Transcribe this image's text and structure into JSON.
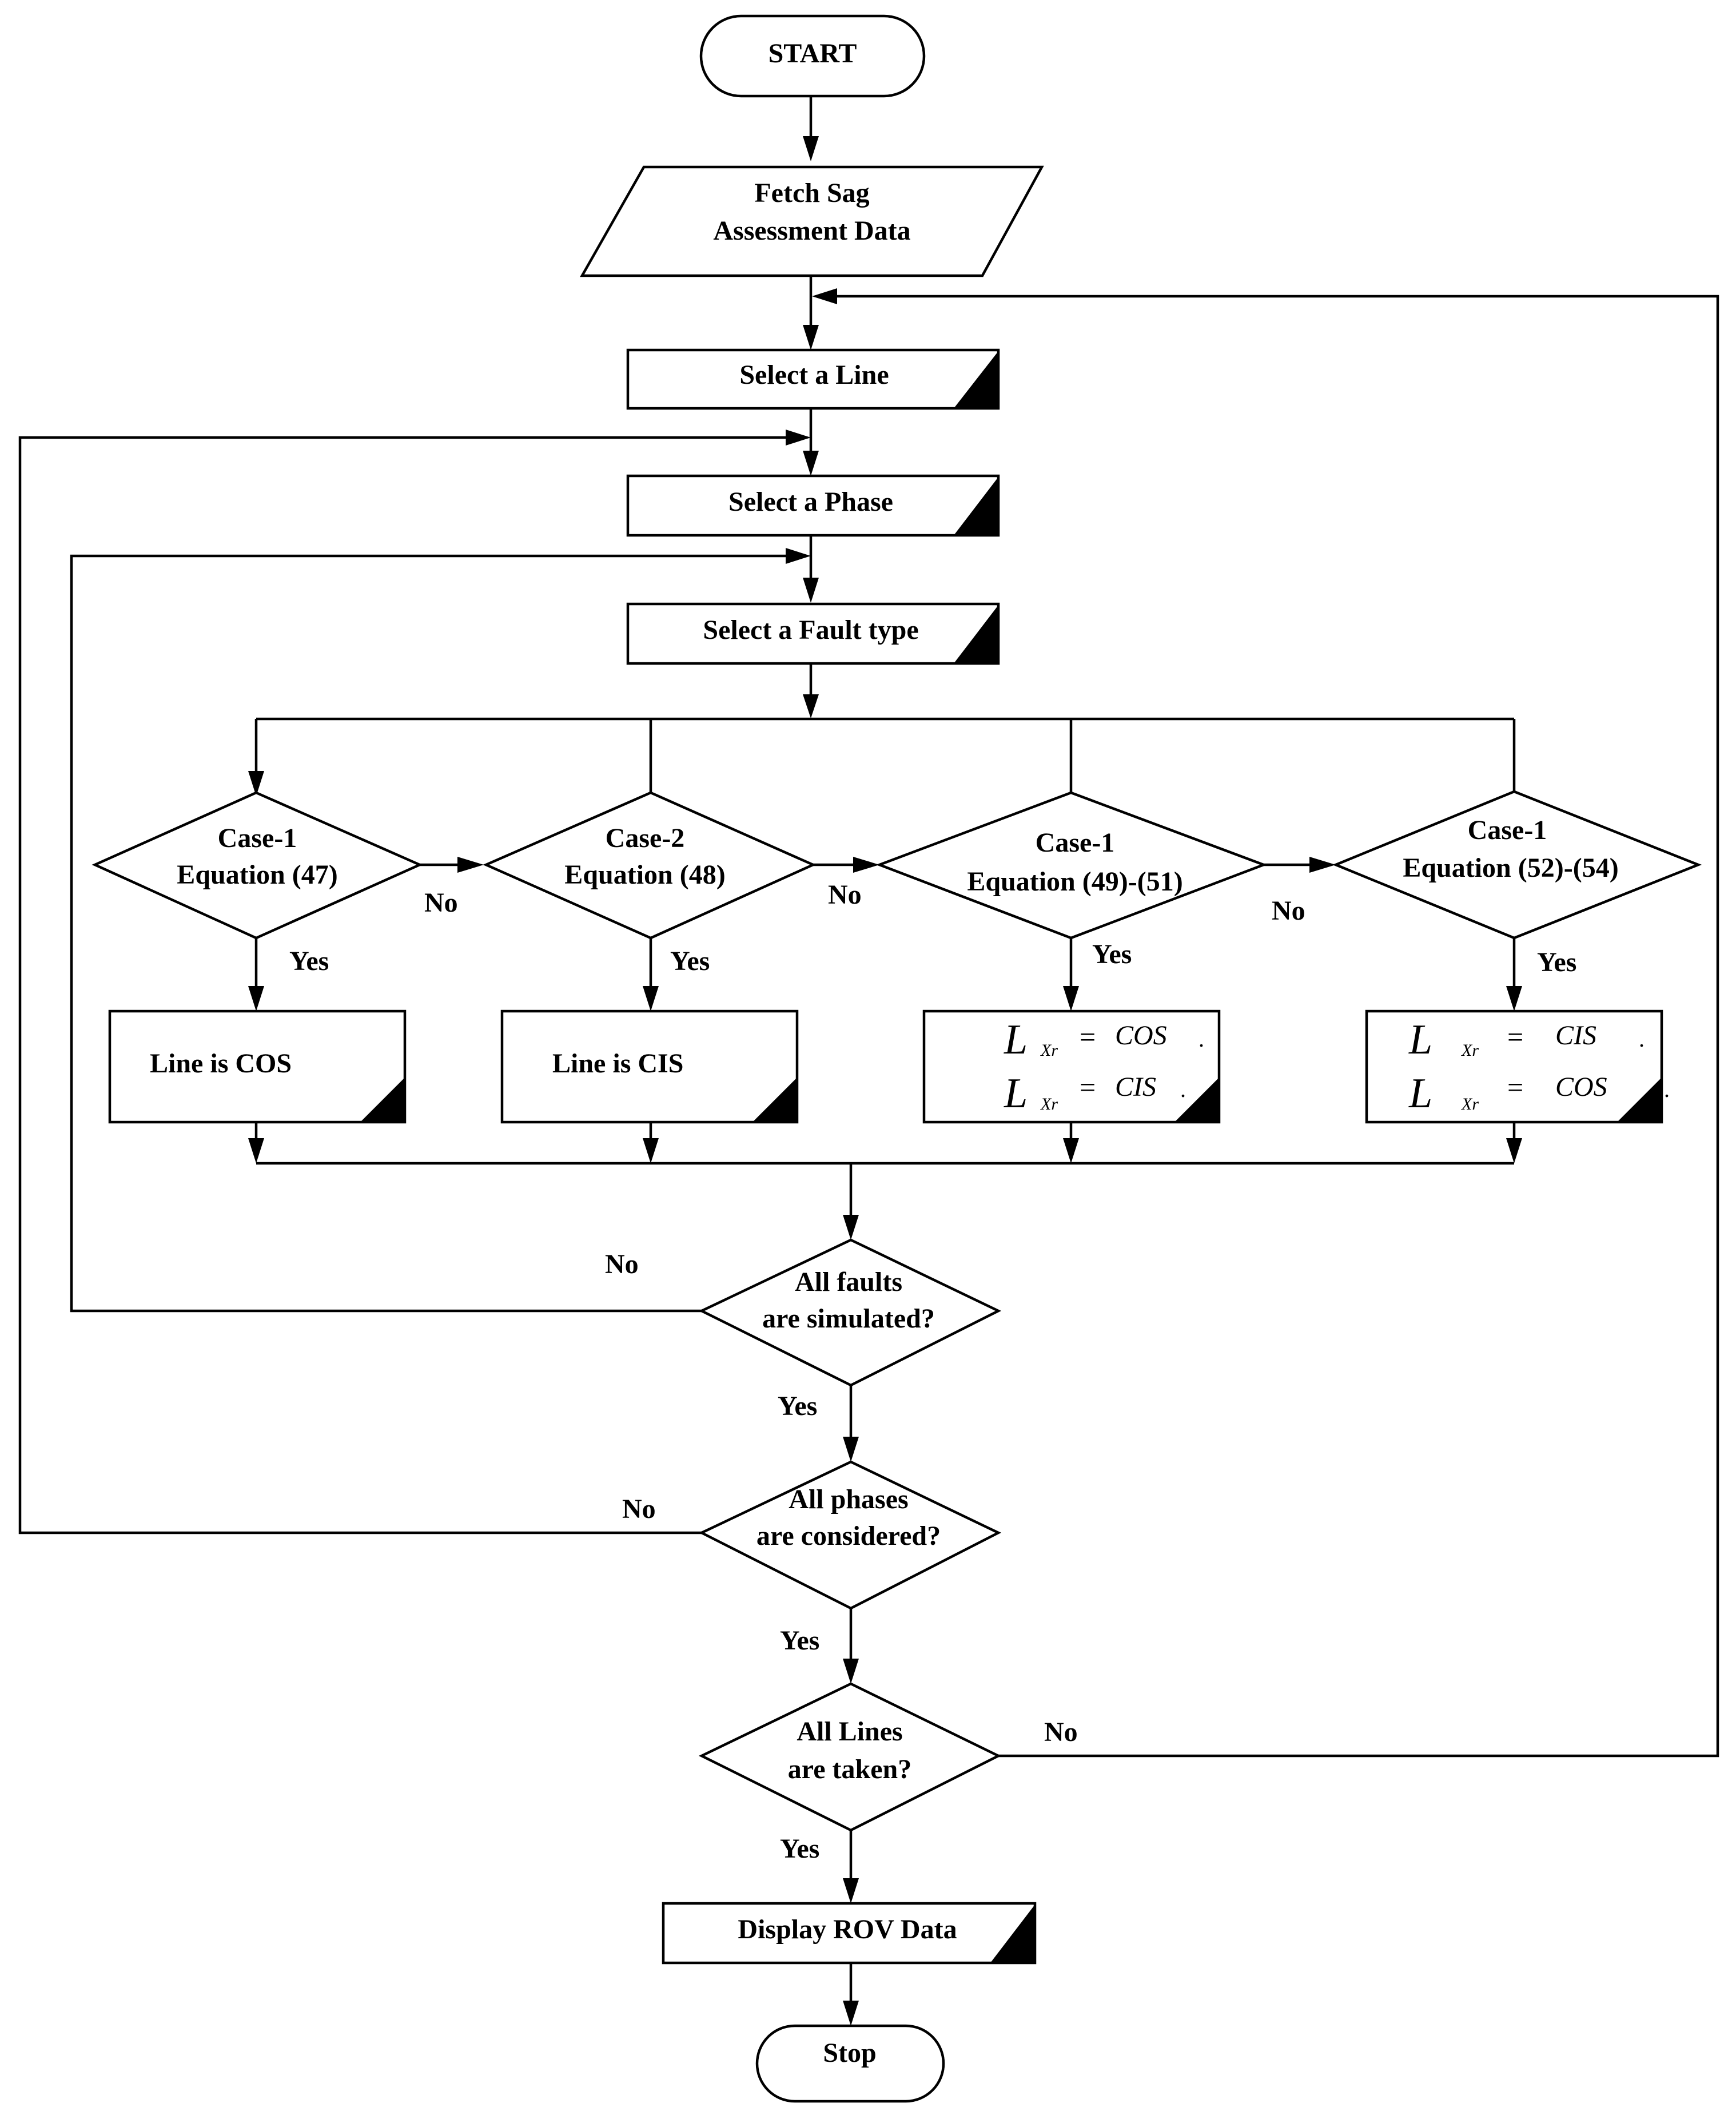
{
  "nodes": {
    "start": "START",
    "fetch": [
      "Fetch Sag",
      "Assessment Data"
    ],
    "select_line": "Select a Line",
    "select_phase": "Select a Phase",
    "select_fault": "Select a Fault type",
    "case1": [
      "Case-1",
      "Equation (47)"
    ],
    "case2": [
      "Case-2",
      "Equation (48)"
    ],
    "case3": [
      "Case-1",
      "Equation (49)-(51)"
    ],
    "case4": [
      "Case-1",
      "Equation (52)-(54)"
    ],
    "result_cos": "Line is COS",
    "result_cis": "Line is CIS",
    "result3": {
      "line1": {
        "sym": "L",
        "sub": "Xr",
        "eq": "=",
        "val": "COS",
        "dot": "."
      },
      "line2": {
        "sym": "L",
        "sub": "Xr",
        "eq": "=",
        "val": "CIS",
        "dot": "."
      }
    },
    "result4": {
      "line1": {
        "sym": "L",
        "sub": "Xr",
        "eq": "=",
        "val": "CIS",
        "dot": "."
      },
      "line2": {
        "sym": "L",
        "sub": "Xr",
        "eq": "=",
        "val": "COS",
        "dot": "."
      }
    },
    "dec_faults": [
      "All faults",
      "are simulated?"
    ],
    "dec_phases": [
      "All phases",
      "are considered?"
    ],
    "dec_lines": [
      "All Lines",
      "are taken?"
    ],
    "display": "Display ROV Data",
    "stop": "Stop"
  },
  "edge_labels": {
    "no_case1": "No",
    "no_case2": "No",
    "no_case3": "No",
    "yes_case1": "Yes",
    "yes_case2": "Yes",
    "yes_case3": "Yes",
    "yes_case4": "Yes",
    "no_faults": "No",
    "yes_faults": "Yes",
    "no_phases": "No",
    "yes_phases": "Yes",
    "no_lines": "No",
    "yes_lines": "Yes"
  }
}
